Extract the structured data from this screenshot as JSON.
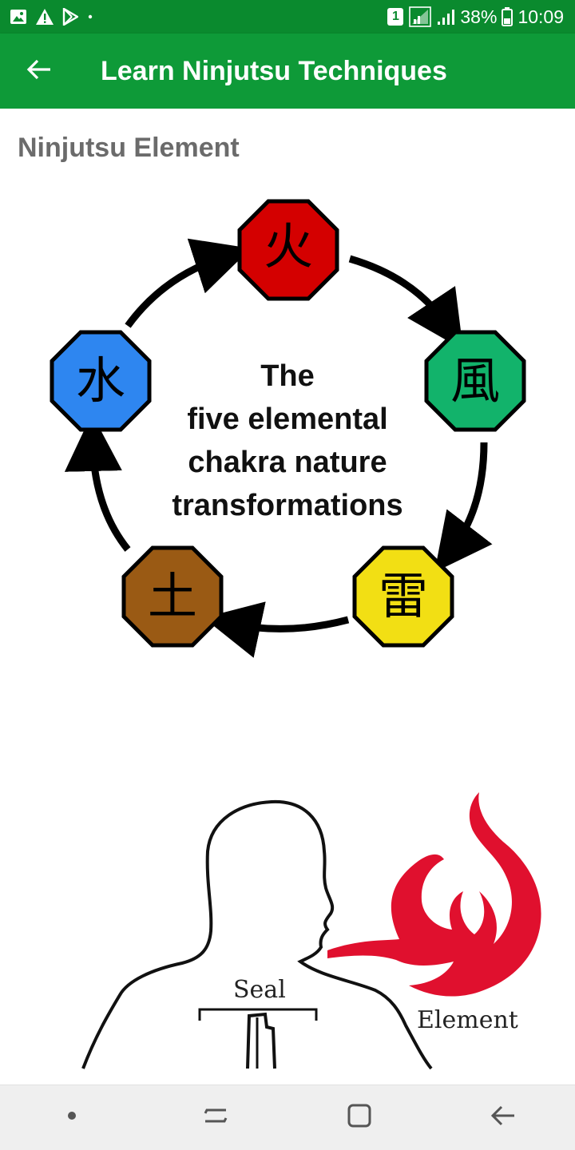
{
  "status_bar": {
    "sim_badge": "1",
    "battery": "38%",
    "time": "10:09",
    "icons": [
      "gallery-icon",
      "warning-icon",
      "play-store-icon",
      "dot-icon",
      "sim-icon",
      "signal-icon",
      "signal-icon-2",
      "battery-icon"
    ]
  },
  "app_bar": {
    "title": "Learn Ninjutsu Techniques",
    "back_icon": "arrow-left-icon"
  },
  "content": {
    "section_title": "Ninjutsu Element",
    "diagram": {
      "caption_lines": [
        "The",
        "five elemental",
        "chakra nature",
        "transformations"
      ],
      "elements": [
        {
          "glyph": "火",
          "color": "#d40000"
        },
        {
          "glyph": "風",
          "color": "#12b36b"
        },
        {
          "glyph": "雷",
          "color": "#f2df14"
        },
        {
          "glyph": "土",
          "color": "#9a5a14"
        },
        {
          "glyph": "水",
          "color": "#2e86f0"
        }
      ]
    },
    "illustration": {
      "seal_label": "Seal",
      "element_label": "Element",
      "flame_color": "#e0102e"
    }
  },
  "nav_bar": {
    "icons": [
      "dot-icon",
      "recent-apps-icon",
      "home-icon",
      "back-icon"
    ]
  }
}
